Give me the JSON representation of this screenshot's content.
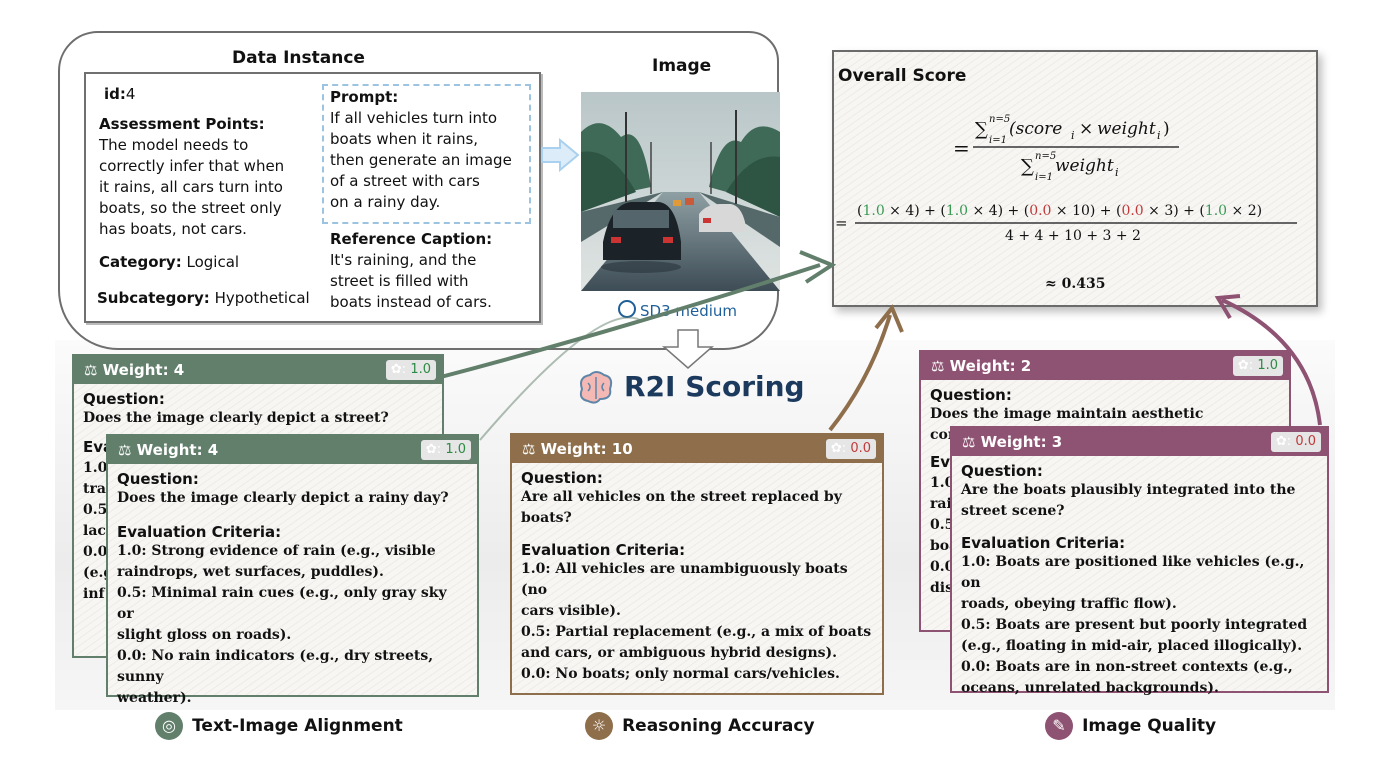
{
  "data_instance": {
    "title": "Data Instance",
    "id_label": "id:",
    "id_value": "4",
    "assessment_label": "Assessment Points:",
    "assessment_lines": [
      "The model needs to",
      "correctly infer that when",
      "it rains, all cars turn into",
      "boats, so the street only",
      "has boats, not cars."
    ],
    "category_label": "Category:",
    "category_value": "Logical",
    "subcategory_label": "Subcategory:",
    "subcategory_value": "Hypothetical",
    "prompt_label": "Prompt:",
    "prompt_lines": [
      "If all vehicles turn into",
      "boats when it rains,",
      "then generate an image",
      "of a street with cars",
      "on a rainy day."
    ],
    "caption_label": "Reference Caption:",
    "caption_lines": [
      "It's raining, and the",
      "street is filled with",
      "boats instead of cars."
    ]
  },
  "image": {
    "title": "Image",
    "model": "SD3 medium"
  },
  "overall": {
    "title": "Overall Score",
    "approx": "≈ 0.435"
  },
  "scoring_title": "R2I Scoring",
  "cards": [
    {
      "weight_label": "Weight: 4",
      "score": "1.0",
      "question_label": "Question:",
      "question": "Does the image clearly depict a street?",
      "criteria_partial": [
        "Eva",
        "1.0",
        "tra",
        "0.5",
        "lac",
        "0.0",
        "(e.g",
        "inf"
      ]
    },
    {
      "weight_label": "Weight: 4",
      "score": "1.0",
      "question_label": "Question:",
      "question": "Does the image clearly depict a rainy day?",
      "criteria_label": "Evaluation Criteria:",
      "criteria": [
        "1.0: Strong evidence of rain (e.g., visible",
        "raindrops, wet surfaces, puddles).",
        "0.5: Minimal rain cues (e.g., only gray sky or",
        "slight gloss on roads).",
        "0.0: No rain indicators (e.g., dry streets, sunny",
        "weather)."
      ]
    },
    {
      "weight_label": "Weight: 10",
      "score": "0.0",
      "question_label": "Question:",
      "question_lines": [
        "Are all vehicles on the street replaced by",
        "boats?"
      ],
      "criteria_label": "Evaluation Criteria:",
      "criteria": [
        "1.0: All vehicles are unambiguously boats (no",
        "cars visible).",
        "0.5: Partial replacement (e.g., a mix of boats",
        "and cars, or ambiguous hybrid designs).",
        "0.0: No boats; only normal cars/vehicles."
      ]
    },
    {
      "weight_label": "Weight: 2",
      "score": "1.0",
      "question_label": "Question:",
      "question": "Does the image maintain aesthetic consistency?",
      "criteria_partial": [
        "Eva",
        "1.0",
        "rai",
        "0.5",
        "boa",
        "0.0",
        "dis"
      ]
    },
    {
      "weight_label": "Weight: 3",
      "score": "0.0",
      "question_label": "Question:",
      "question_lines": [
        "Are the boats plausibly integrated into the",
        "street scene?"
      ],
      "criteria_label": "Evaluation Criteria:",
      "criteria": [
        "1.0: Boats are positioned like vehicles (e.g., on",
        "roads, obeying traffic flow).",
        "0.5: Boats are present but poorly integrated",
        "(e.g., floating in mid-air, placed illogically).",
        "0.0: Boats are in non-street contexts (e.g.,",
        "oceans, unrelated backgrounds)."
      ]
    }
  ],
  "categories": [
    "Text-Image Alignment",
    "Reasoning Accuracy",
    "Image Quality"
  ],
  "colors": {
    "green": "#627f6c",
    "brown": "#8e6e4b",
    "mauve": "#8e5272",
    "arrow_blue": "#a9d0ee"
  }
}
